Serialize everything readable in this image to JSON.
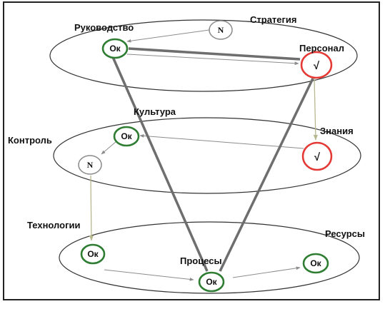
{
  "labels": {
    "strategy": "Стратегия",
    "leadership": "Руководство",
    "personnel": "Персонал",
    "culture": "Культура",
    "control": "Контроль",
    "knowledge": "Знания",
    "technologies": "Технологии",
    "resources": "Ресурсы",
    "processes": "Процесы"
  },
  "nodes": {
    "leadership_node": "Ок",
    "strategy_node": "N",
    "personnel_node": "√",
    "culture_node": "Ок",
    "control_node": "N",
    "knowledge_node": "√",
    "technologies_node": "Ок",
    "processes_node": "Ок",
    "resources_node": "Ок"
  },
  "colors": {
    "ok_ring": "#2e7d32",
    "check_ring": "#e53935",
    "neutral_ring": "#8a8a8a",
    "ellipse_stroke": "#333333",
    "arrow_gray": "#8c8c8c",
    "arrow_olive": "#b8b890"
  }
}
